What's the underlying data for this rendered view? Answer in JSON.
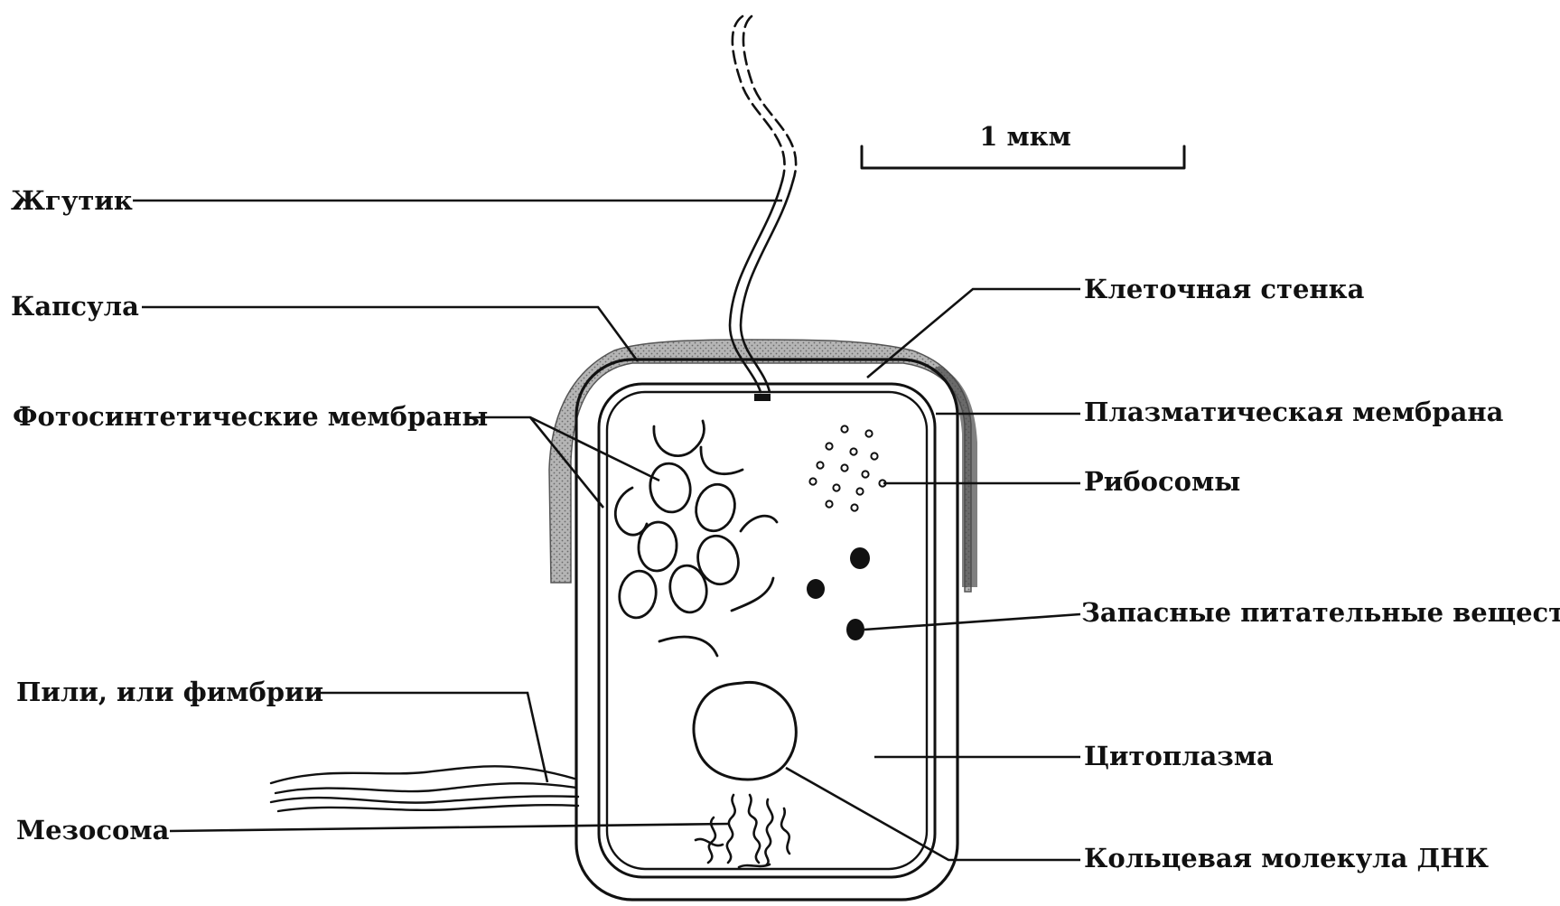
{
  "scale_bar": {
    "label": "1 мкм"
  },
  "labels": {
    "flagellum": "Жгутик",
    "capsule": "Капсула",
    "photosynthetic_membranes": "Фотосинтетические мембраны",
    "pili": "Пили, или фимбрии",
    "mesosome": "Мезосома",
    "cell_wall": "Клеточная стенка",
    "plasma_membrane": "Плазматическая мембрана",
    "ribosomes": "Рибосомы",
    "storage_nutrients": "Запасные питательные вещества",
    "cytoplasm": "Цитоплазма",
    "circular_dna": "Кольцевая молекула ДНК"
  }
}
